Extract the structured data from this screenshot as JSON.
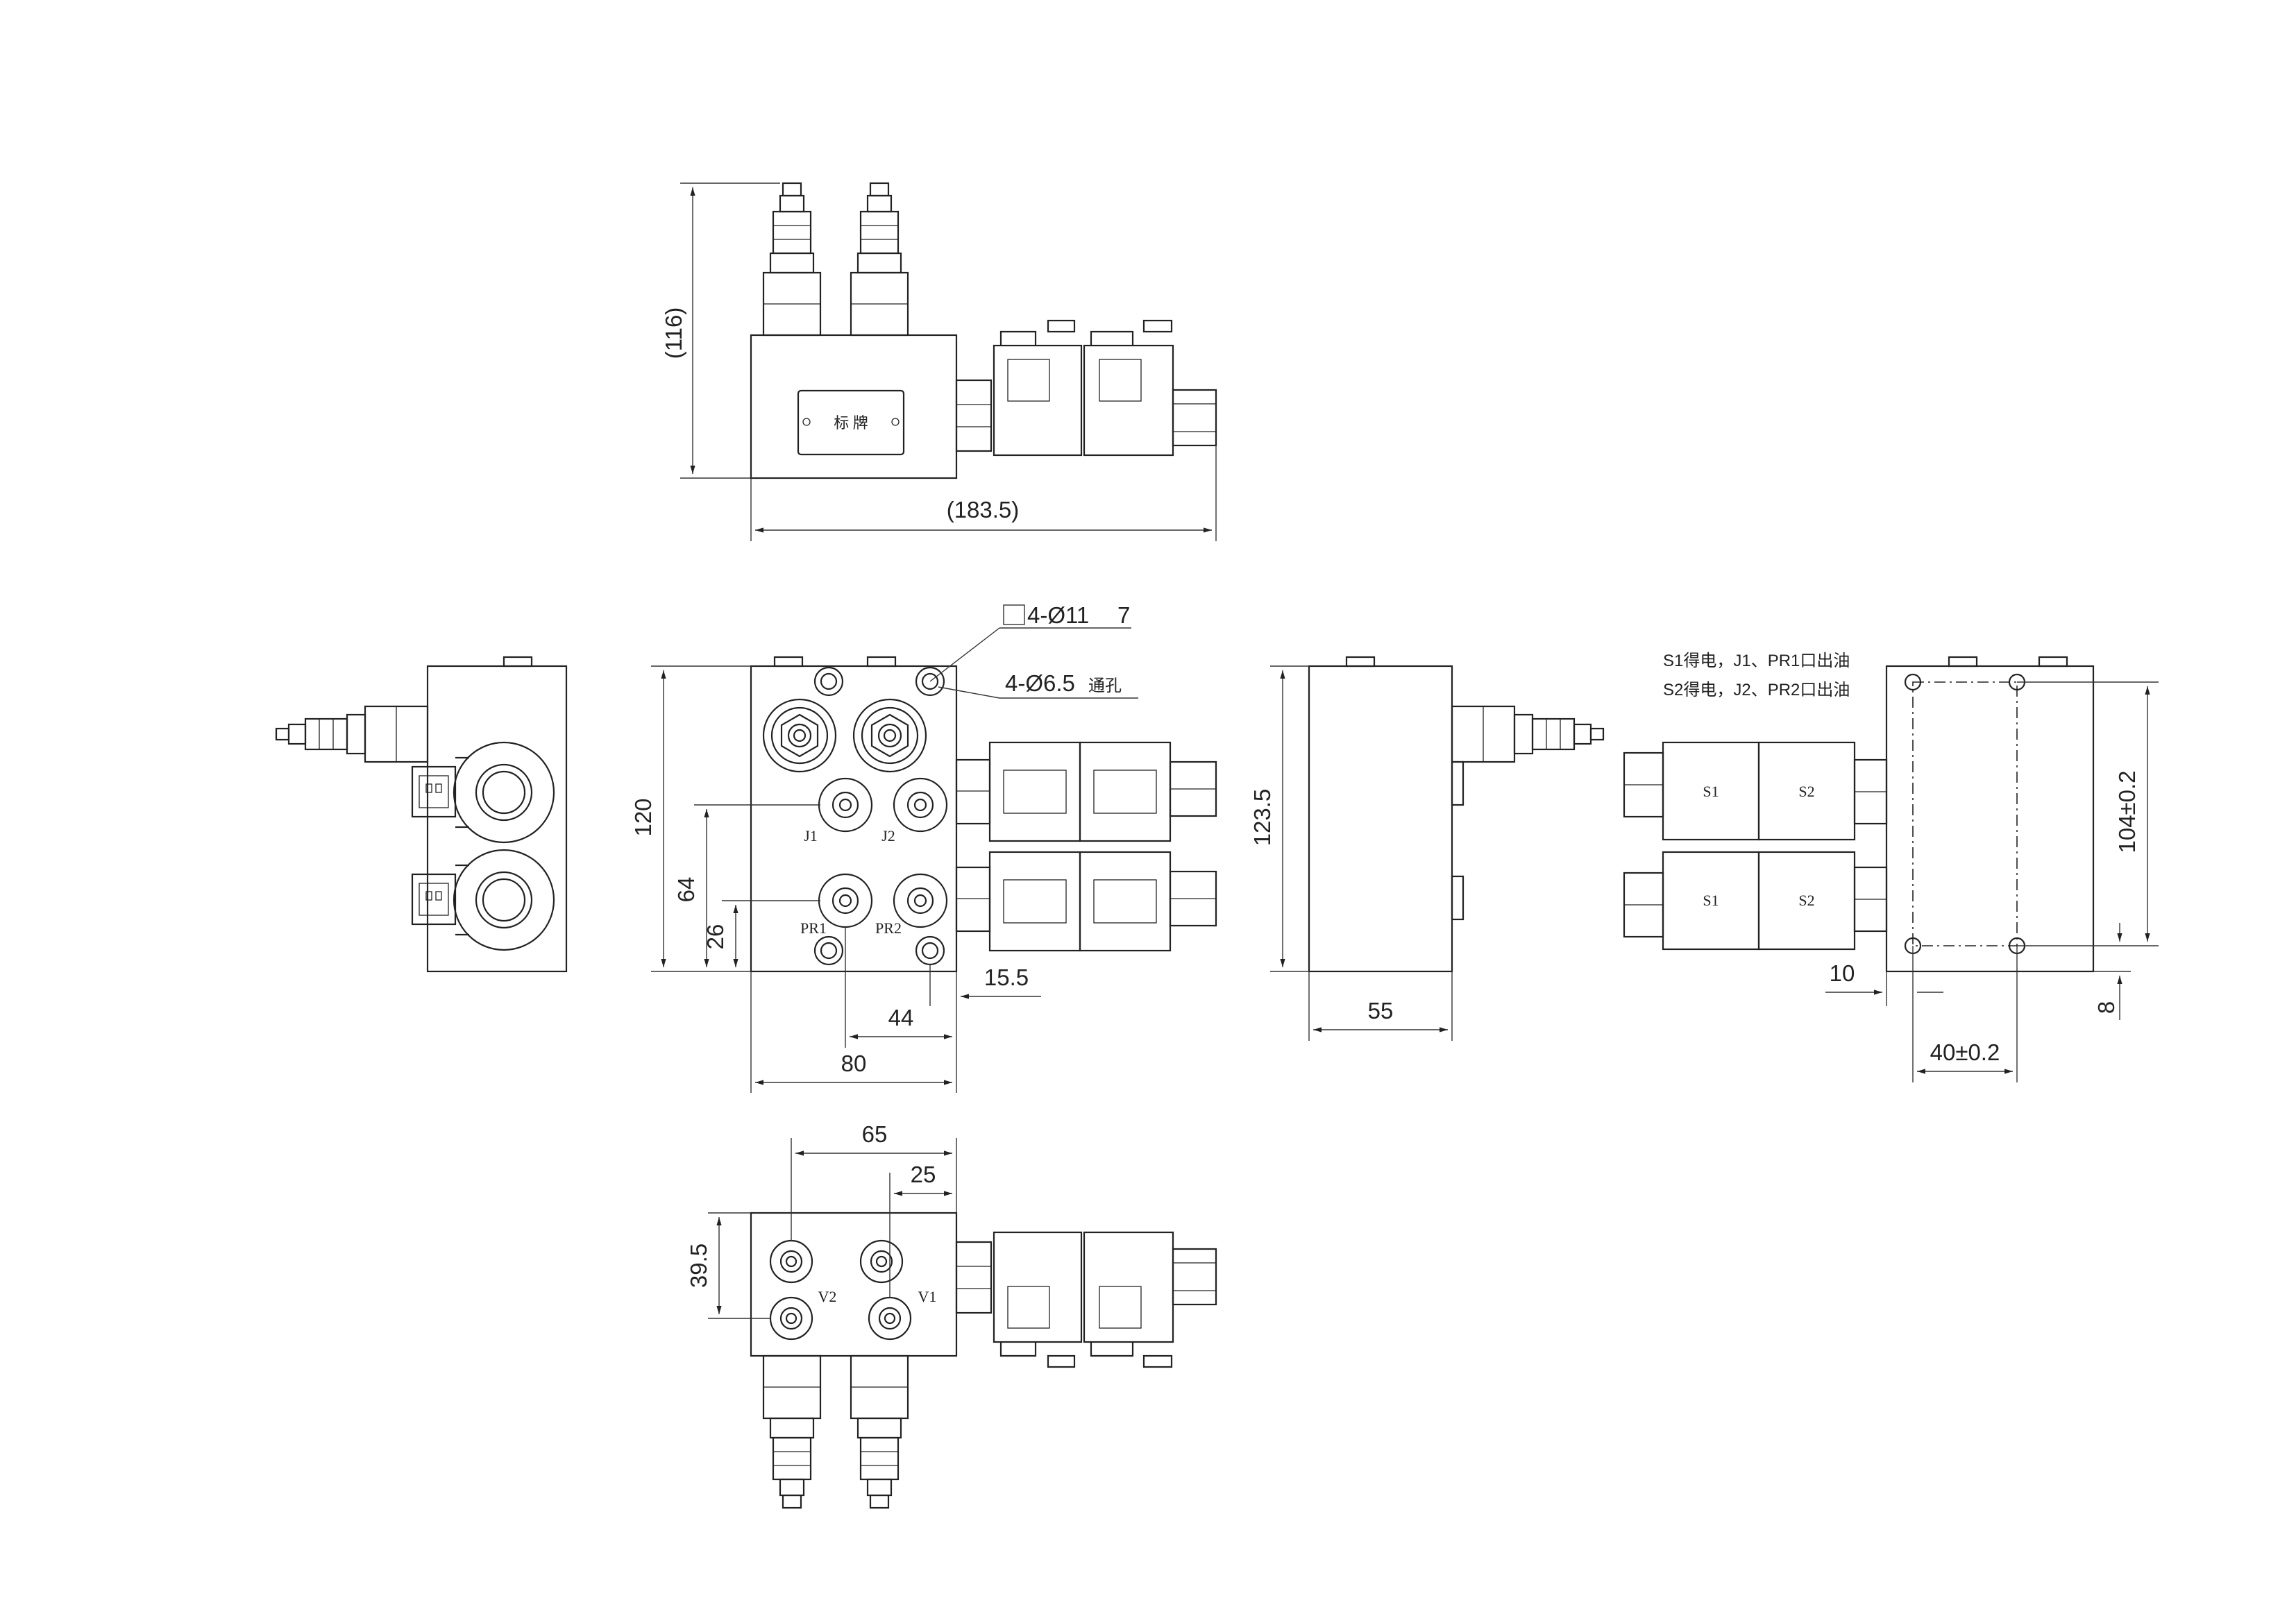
{
  "dimensions": {
    "top_height": "(116)",
    "top_width": "(183.5)",
    "front_height": "120",
    "front_64": "64",
    "front_26": "26",
    "front_15_5": "15.5",
    "front_44": "44",
    "front_80": "80",
    "counterbore": "4-Ø11",
    "counterbore_depth": "7",
    "thru_hole": "4-Ø6.5",
    "thru_hole_suffix": "通孔",
    "side_height": "123.5",
    "side_width": "55",
    "back_104": "104±0.2",
    "back_10": "10",
    "back_8": "8",
    "back_40": "40±0.2",
    "bottom_65": "65",
    "bottom_25": "25",
    "bottom_39_5": "39.5"
  },
  "labels": {
    "nameplate": "标    牌",
    "j1": "J1",
    "j2": "J2",
    "pr1": "PR1",
    "pr2": "PR2",
    "v1": "V1",
    "v2": "V2",
    "s1": "S1",
    "s2": "S2"
  },
  "notes": [
    "S1得电，J1、PR1口出油",
    "S2得电，J2、PR2口出油"
  ]
}
